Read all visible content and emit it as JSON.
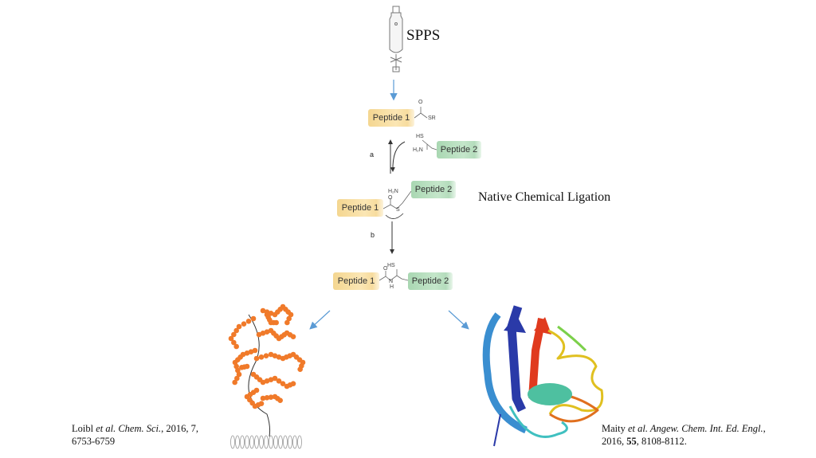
{
  "spps_label": "SPPS",
  "ncl_label": "Native Chemical Ligation",
  "peptides": {
    "p1": "Peptide 1",
    "p2": "Peptide 2"
  },
  "steps": {
    "a": "a",
    "b": "b"
  },
  "chem": {
    "O": "O",
    "SR": "SR",
    "HS": "HS",
    "H2N": "H₂N",
    "S": "S",
    "N": "N",
    "H": "H"
  },
  "refs": {
    "left": {
      "author": "Loibl",
      "etal": "et al. Chem. Sci.",
      "rest": ", 2016, 7,",
      "pages": "6753-6759"
    },
    "right": {
      "author": "Maity",
      "etal": "et al. Angew. Chem. Int. Ed. Engl.",
      "rest": ",",
      "year": "2016, ",
      "volume": "55",
      "pages": ", 8108-8112."
    }
  },
  "colors": {
    "arrow_blue": "#5b9bd5",
    "polymer": "#f07a2a",
    "yellow": "#f4d690",
    "green": "#a9d7b2"
  }
}
